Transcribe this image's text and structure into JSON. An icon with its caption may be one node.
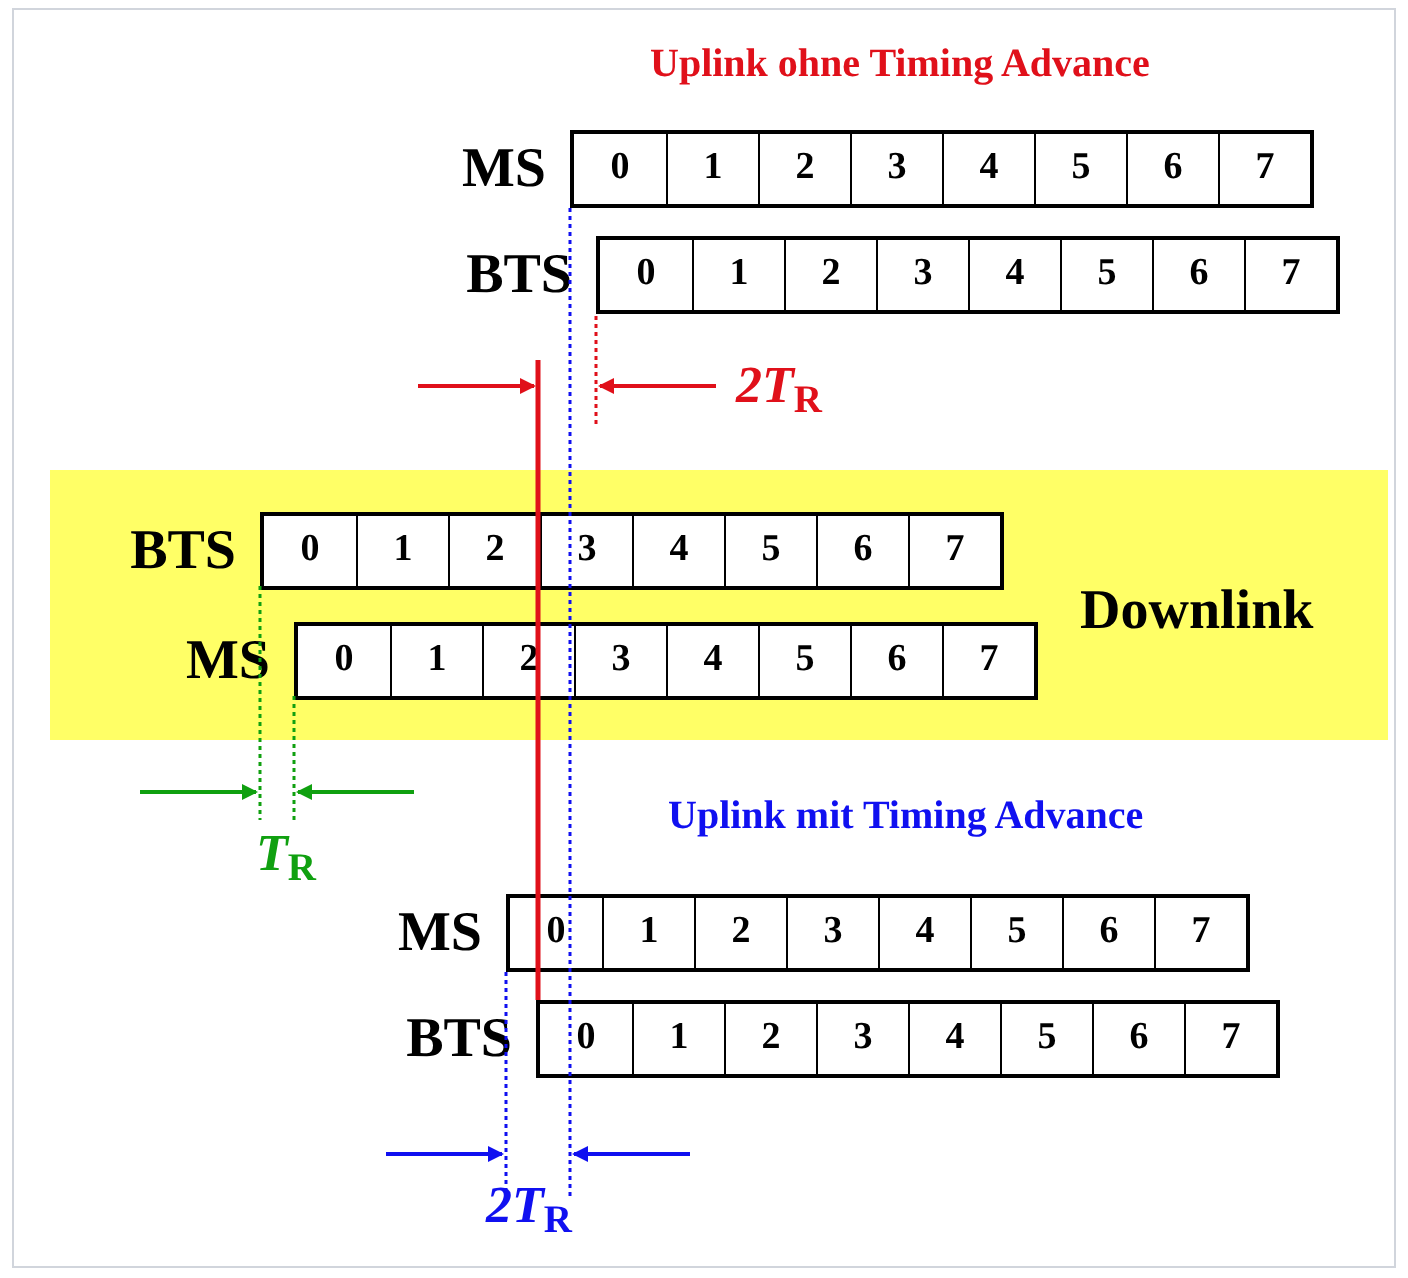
{
  "diagram": {
    "nodes": [
      {
        "text": [
          "MS"
        ]
      },
      {
        "text": [
          "0"
        ],
        "in": 0
      },
      {
        "text": [
          "1"
        ],
        "in": 0
      },
      {
        "text": [
          "2"
        ],
        "in": 0
      },
      {
        "text": [
          "3"
        ],
        "in": 0
      },
      {
        "text": [
          "4"
        ],
        "in": 0
      },
      {
        "text": [
          "5"
        ],
        "in": 0
      },
      {
        "text": [
          "6"
        ],
        "in": 0
      },
      {
        "text": [
          "7"
        ],
        "in": 0
      },
      {
        "text": [
          "BTS"
        ]
      },
      {
        "text": [
          "0"
        ],
        "in": 9
      },
      {
        "text": [
          "1"
        ],
        "in": 9
      },
      {
        "text": [
          "2"
        ],
        "in": 9
      },
      {
        "text": [
          "3"
        ],
        "in": 9
      },
      {
        "text": [
          "4"
        ],
        "in": 9
      },
      {
        "text": [
          "5"
        ],
        "in": 9
      },
      {
        "text": [
          "6"
        ],
        "in": 9
      },
      {
        "text": [
          "7"
        ],
        "in": 9
      },
      {
        "text": [
          "Downlink"
        ]
      },
      {
        "text": [
          "BTS"
        ],
        "in": 18
      },
      {
        "text": [
          "0"
        ],
        "in": 19
      },
      {
        "text": [
          "1"
        ],
        "in": 19
      },
      {
        "text": [
          "2"
        ],
        "in": 19
      },
      {
        "text": [
          "3"
        ],
        "in": 19
      },
      {
        "text": [
          "4"
        ],
        "in": 19
      },
      {
        "text": [
          "5"
        ],
        "in": 19
      },
      {
        "text": [
          "6"
        ],
        "in": 19
      },
      {
        "text": [
          "7"
        ],
        "in": 19
      },
      {
        "text": [
          "MS"
        ],
        "in": 18
      },
      {
        "text": [
          "0"
        ],
        "in": 28
      },
      {
        "text": [
          "1"
        ],
        "in": 28
      },
      {
        "text": [
          "2"
        ],
        "in": 28
      },
      {
        "text": [
          "3"
        ],
        "in": 28
      },
      {
        "text": [
          "4"
        ],
        "in": 28
      },
      {
        "text": [
          "5"
        ],
        "in": 28
      },
      {
        "text": [
          "6"
        ],
        "in": 28
      },
      {
        "text": [
          "7"
        ],
        "in": 28
      },
      {
        "text": [
          "MS"
        ]
      },
      {
        "text": [
          "0"
        ],
        "in": 37
      },
      {
        "text": [
          "1"
        ],
        "in": 37
      },
      {
        "text": [
          "2"
        ],
        "in": 37
      },
      {
        "text": [
          "3"
        ],
        "in": 37
      },
      {
        "text": [
          "4"
        ],
        "in": 37
      },
      {
        "text": [
          "5"
        ],
        "in": 37
      },
      {
        "text": [
          "6"
        ],
        "in": 37
      },
      {
        "text": [
          "7"
        ],
        "in": 37
      },
      {
        "text": [
          "BTS"
        ]
      },
      {
        "text": [
          "0"
        ],
        "in": 46
      },
      {
        "text": [
          "1"
        ],
        "in": 46
      },
      {
        "text": [
          "2"
        ],
        "in": 46
      },
      {
        "text": [
          "3"
        ],
        "in": 46
      },
      {
        "text": [
          "4"
        ],
        "in": 46
      },
      {
        "text": [
          "5"
        ],
        "in": 46
      },
      {
        "text": [
          "6"
        ],
        "in": 46
      },
      {
        "text": [
          "7"
        ],
        "in": 46
      }
    ],
    "labels": [
      "Uplink ohne Timing Advance",
      "*2T*$_{R}$",
      "*T*$_{R}$",
      "Uplink mit Timing Advance",
      "*2T*$_{R}$"
    ]
  }
}
